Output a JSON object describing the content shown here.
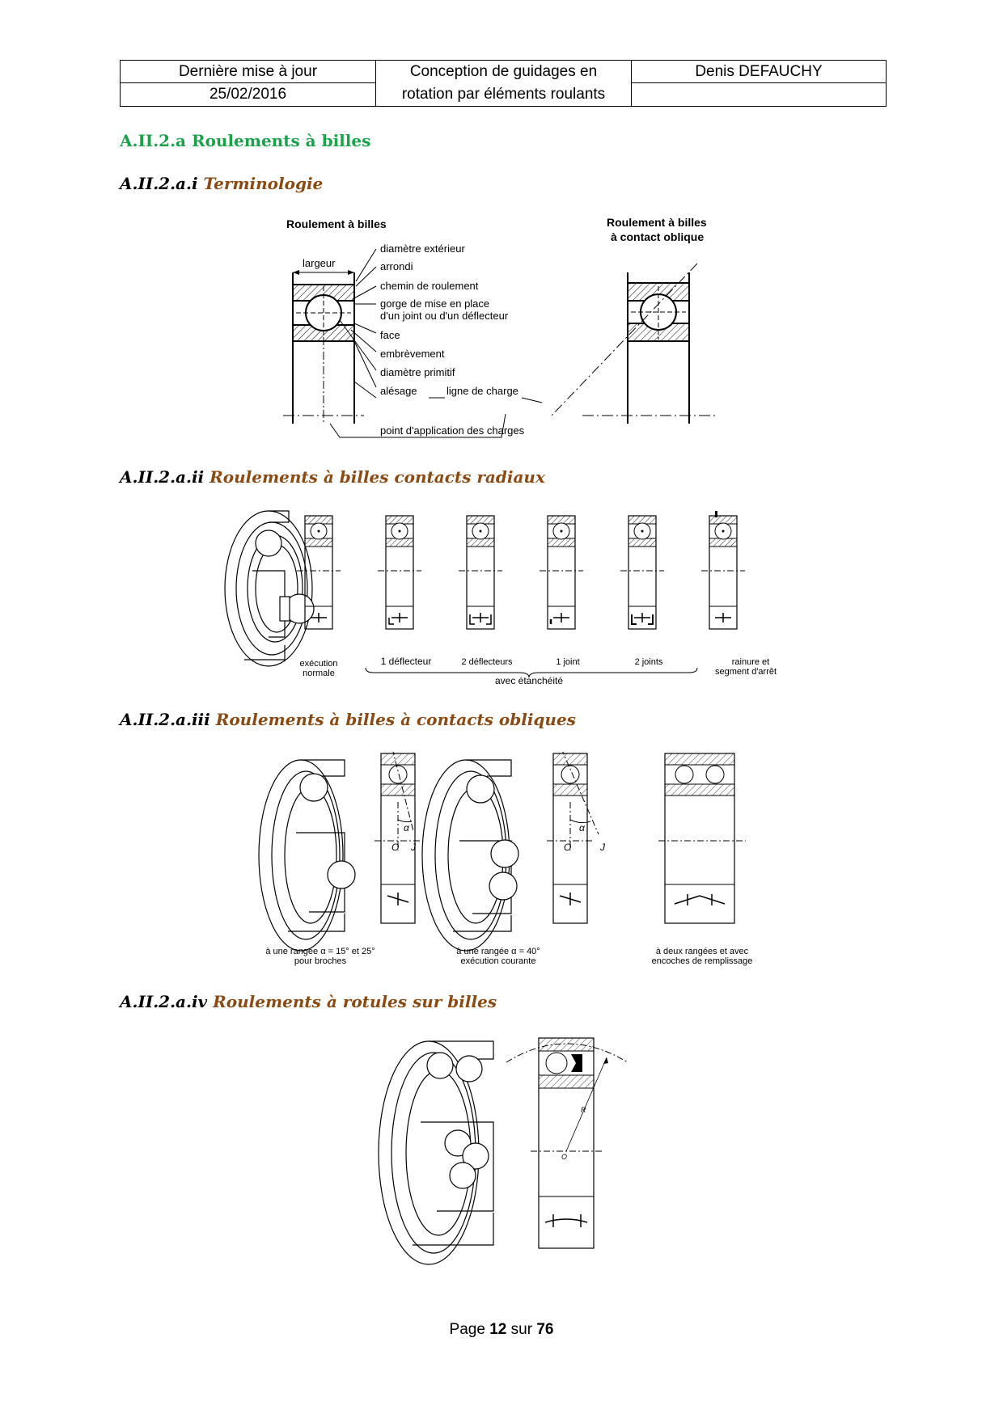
{
  "header": {
    "last_update_label": "Dernière mise à jour",
    "last_update_date": "25/02/2016",
    "title_line1": "Conception de guidages en",
    "title_line2": "rotation par éléments roulants",
    "author": "Denis DEFAUCHY"
  },
  "section": {
    "heading": "A.II.2.a Roulements à billes"
  },
  "subsections": [
    {
      "number": "A.II.2.a.i",
      "title": "Terminologie"
    },
    {
      "number": "A.II.2.a.ii",
      "title": "Roulements à billes contacts radiaux"
    },
    {
      "number": "A.II.2.a.iii",
      "title": "Roulements à billes à contacts obliques"
    },
    {
      "number": "A.II.2.a.iv",
      "title": "Roulements à rotules sur billes"
    }
  ],
  "fig_terminology": {
    "title_left": "Roulement à billes",
    "title_right_1": "Roulement à billes",
    "title_right_2": "à contact oblique",
    "largeur": "largeur",
    "labels": [
      "diamètre extérieur",
      "arrondi",
      "chemin de roulement",
      "gorge de mise en place",
      "d'un joint ou d'un déflecteur",
      "face",
      "embrèvement",
      "diamètre primitif",
      "alésage"
    ],
    "ligne_de_charge": "ligne de charge",
    "point_application": "point d'application des charges"
  },
  "fig_radial": {
    "labels": [
      {
        "l1": "exécution",
        "l2": "normale"
      },
      {
        "l1": "1 déflecteur",
        "l2": ""
      },
      {
        "l1": "2 déflecteurs",
        "l2": ""
      },
      {
        "l1": "1 joint",
        "l2": ""
      },
      {
        "l1": "2 joints",
        "l2": ""
      },
      {
        "l1": "rainure et",
        "l2": "segment d'arrêt"
      }
    ],
    "group_label": "avec étanchéité"
  },
  "fig_oblique": {
    "caption1_l1": "à une rangée α = 15° et 25°",
    "caption1_l2": "pour broches",
    "caption2_l1": "à une rangée α = 40°",
    "caption2_l2": "exécution courante",
    "caption3_l1": "à deux rangées et avec",
    "caption3_l2": "encoches de remplissage",
    "alpha": "α",
    "O": "O",
    "J": "J"
  },
  "fig_rotule": {
    "R": "R",
    "O": "O"
  },
  "footer": {
    "prefix": "Page",
    "current": "12",
    "mid": "sur",
    "total": "76"
  }
}
